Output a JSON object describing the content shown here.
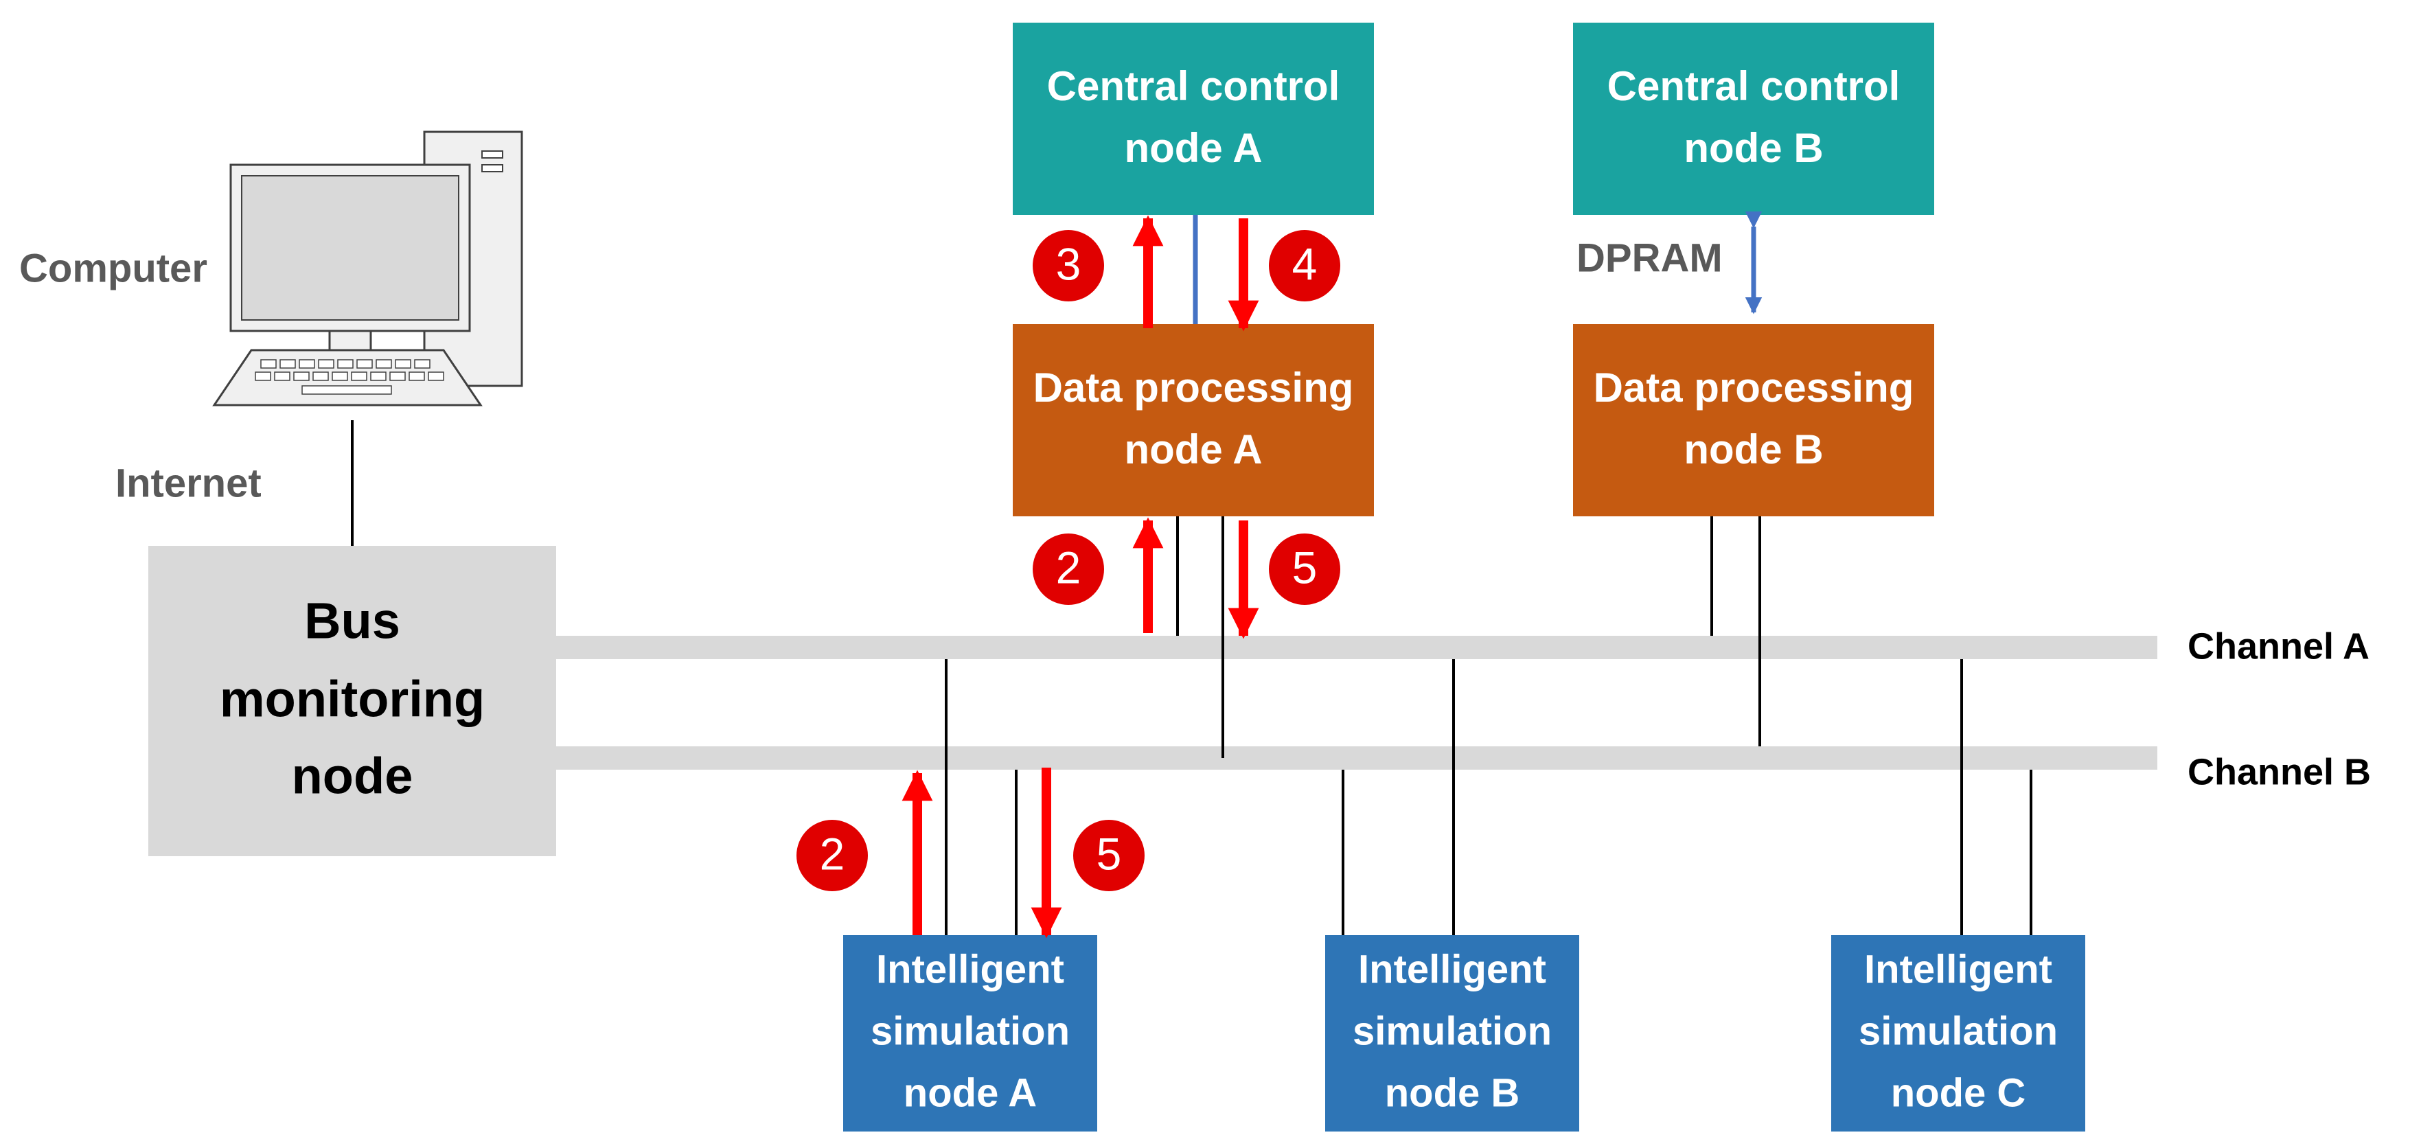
{
  "colors": {
    "central": "#1aa3a0",
    "processing": "#c55a11",
    "simulation": "#2e75b6",
    "monitor": "#d9d9d9",
    "channel": "#d9d9d9",
    "arrow_red": "#ff0000",
    "arrow_blue": "#4472c4",
    "badge": "#e00000",
    "label_gray": "#595959"
  },
  "labels": {
    "computer": "Computer",
    "internet": "Internet",
    "dpram": "DPRAM",
    "channel_a": "Channel A",
    "channel_b": "Channel B"
  },
  "central_a": {
    "line1": "Central control",
    "line2": "node A"
  },
  "central_b": {
    "line1": "Central control",
    "line2": "node B"
  },
  "processing_a": {
    "line1": "Data processing",
    "line2": "node A"
  },
  "processing_b": {
    "line1": "Data processing",
    "line2": "node B"
  },
  "monitor": {
    "line1": "Bus",
    "line2": "monitoring",
    "line3": "node"
  },
  "sim_a": {
    "line1": "Intelligent",
    "line2": "simulation",
    "line3": "node A"
  },
  "sim_b": {
    "line1": "Intelligent",
    "line2": "simulation",
    "line3": "node B"
  },
  "sim_c": {
    "line1": "Intelligent",
    "line2": "simulation",
    "line3": "node C"
  },
  "steps": {
    "s3": "3",
    "s4": "4",
    "s2_upper": "2",
    "s5_upper": "5",
    "s2_lower": "2",
    "s5_lower": "5"
  },
  "icons": {
    "computer": "desktop-computer-icon"
  }
}
